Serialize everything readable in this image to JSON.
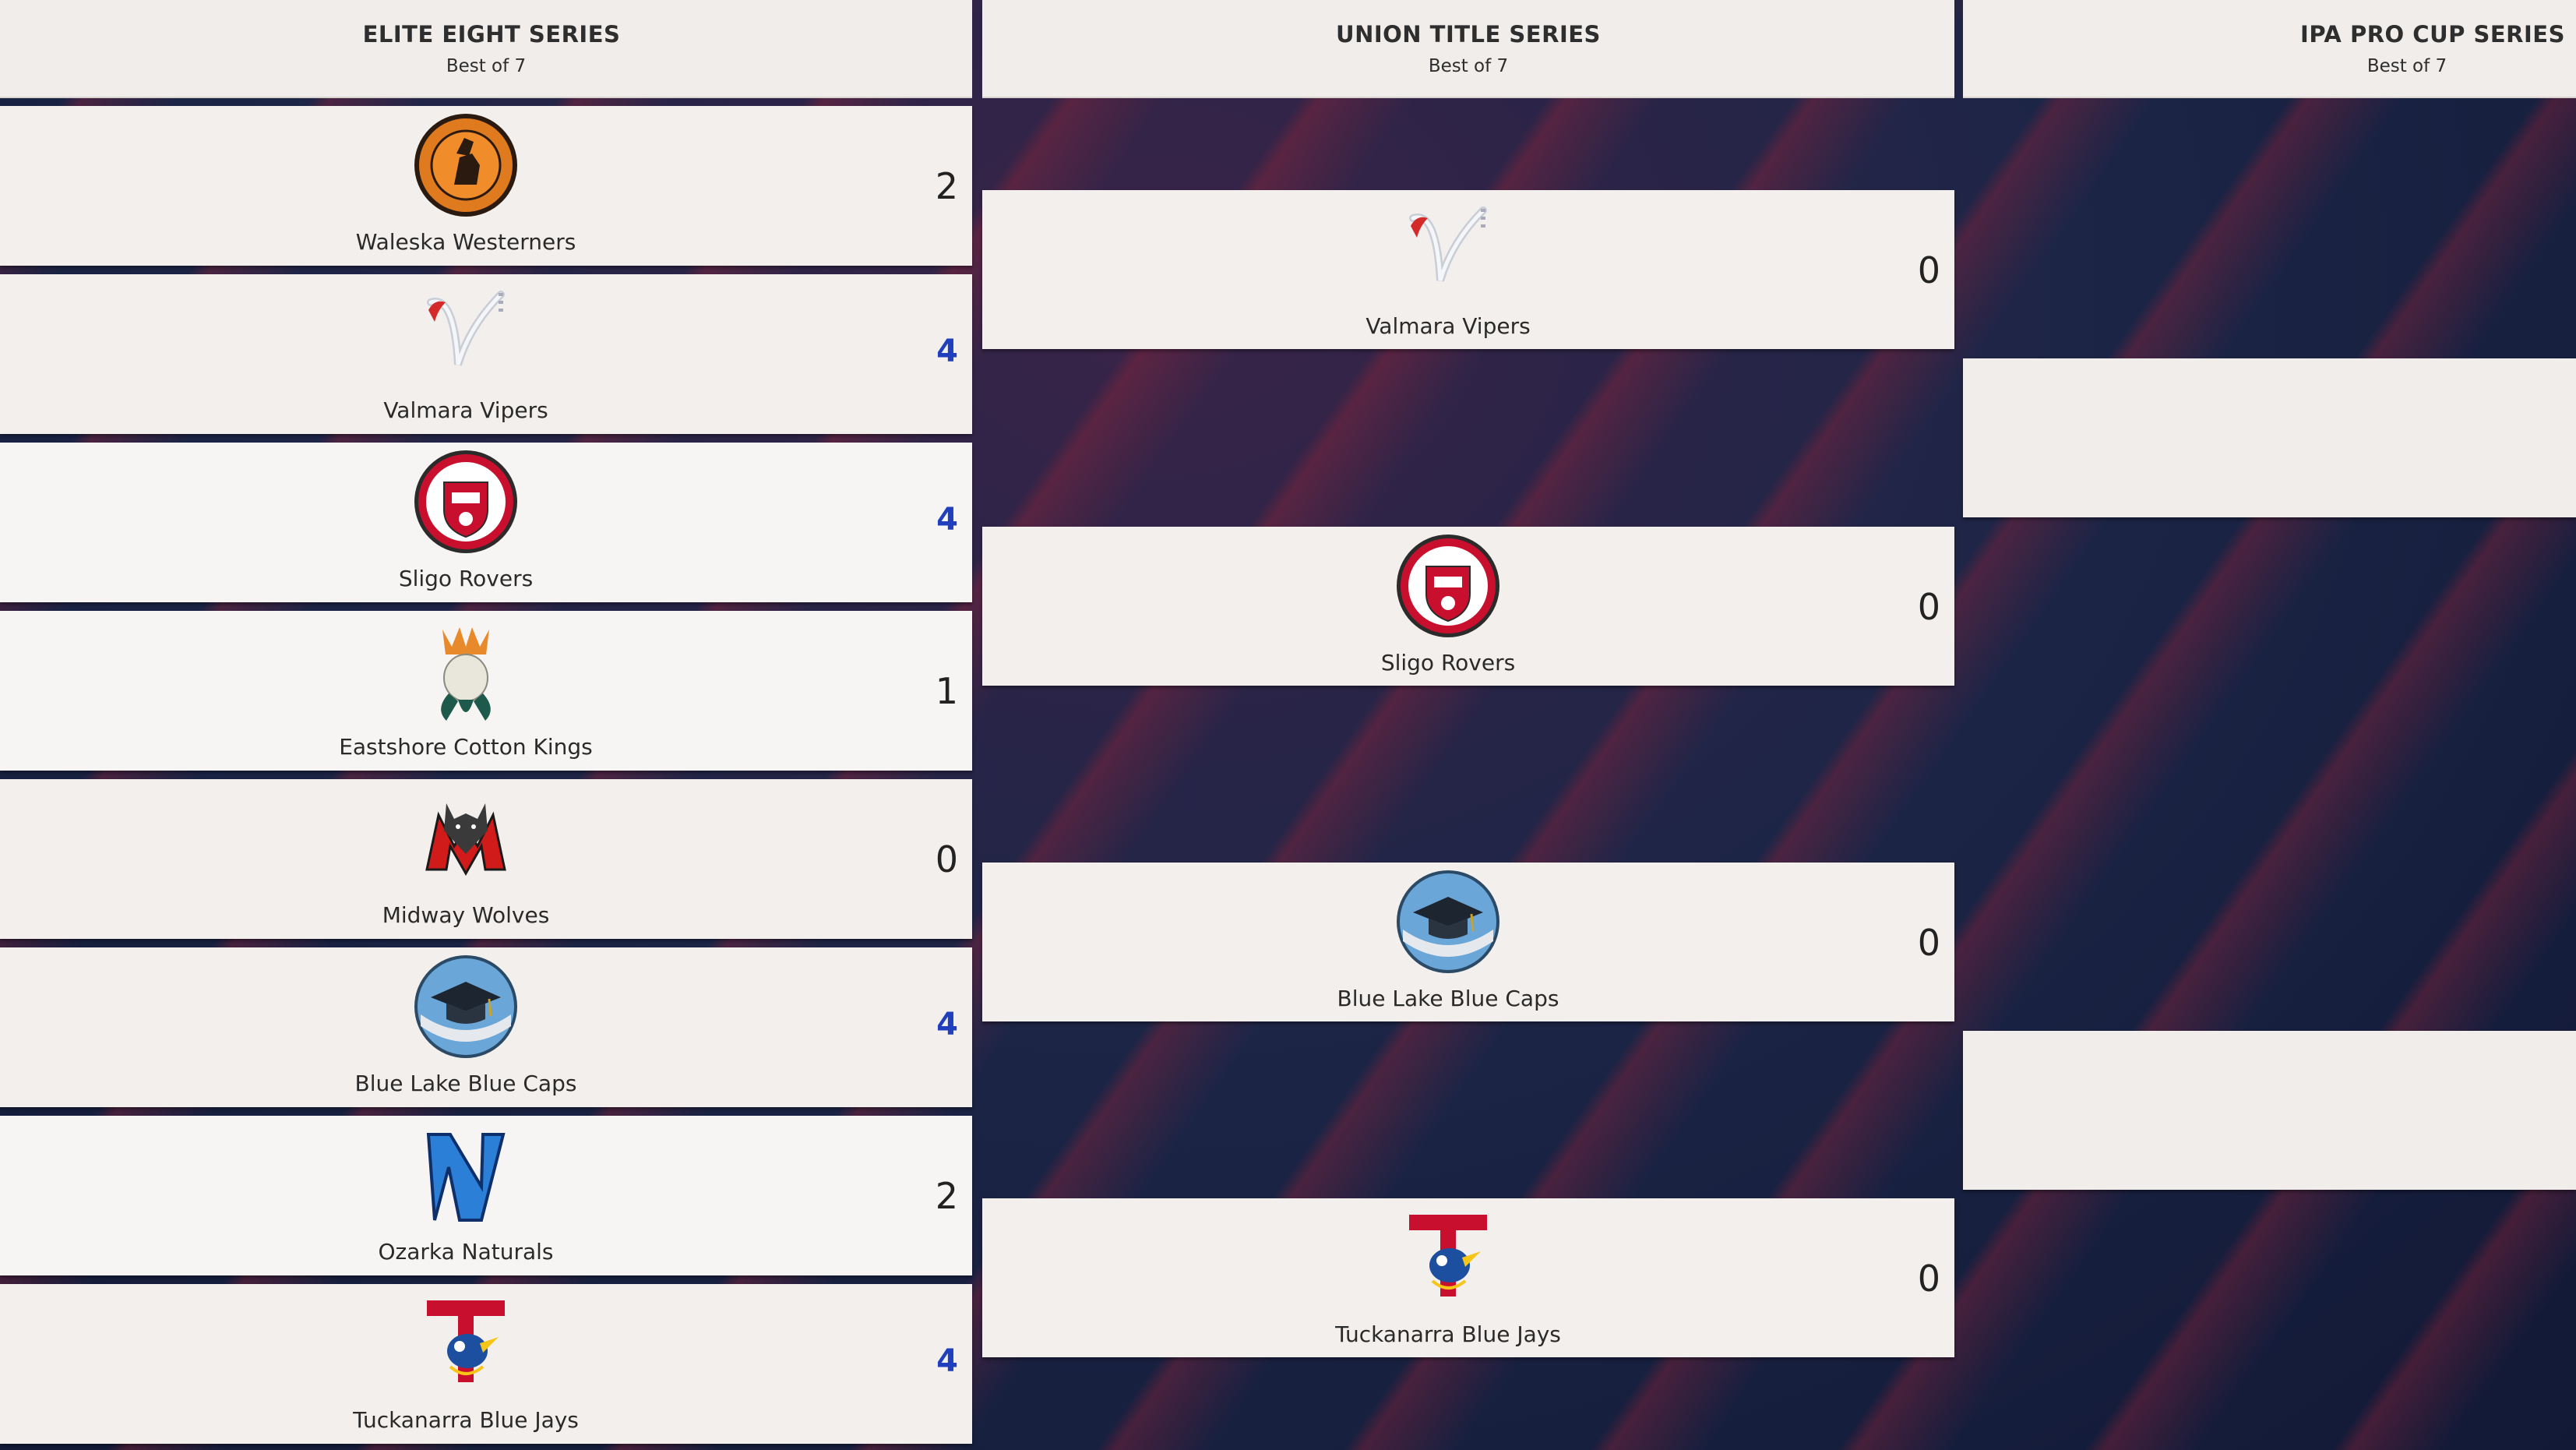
{
  "columns": [
    {
      "title": "ELITE EIGHT SERIES",
      "subtitle": "Best of 7"
    },
    {
      "title": "UNION TITLE SERIES",
      "subtitle": "Best of 7"
    },
    {
      "title": "IPA PRO CUP SERIES",
      "subtitle": "Best of 7"
    }
  ],
  "elite_eight": [
    {
      "team": "Waleska Westerners",
      "score": "2",
      "winner": false,
      "icon": "westerners-logo-icon"
    },
    {
      "team": "Valmara Vipers",
      "score": "4",
      "winner": true,
      "icon": "vipers-logo-icon"
    },
    {
      "team": "Sligo Rovers",
      "score": "4",
      "winner": true,
      "icon": "rovers-logo-icon"
    },
    {
      "team": "Eastshore Cotton Kings",
      "score": "1",
      "winner": false,
      "icon": "cotton-kings-logo-icon"
    },
    {
      "team": "Midway Wolves",
      "score": "0",
      "winner": false,
      "icon": "wolves-logo-icon"
    },
    {
      "team": "Blue Lake Blue Caps",
      "score": "4",
      "winner": true,
      "icon": "blue-caps-logo-icon"
    },
    {
      "team": "Ozarka Naturals",
      "score": "2",
      "winner": false,
      "icon": "naturals-logo-icon"
    },
    {
      "team": "Tuckanarra Blue Jays",
      "score": "4",
      "winner": true,
      "icon": "blue-jays-logo-icon"
    }
  ],
  "union_title": [
    {
      "team": "Valmara Vipers",
      "score": "0",
      "icon": "vipers-logo-icon"
    },
    {
      "team": "Sligo Rovers",
      "score": "0",
      "icon": "rovers-logo-icon"
    },
    {
      "team": "Blue Lake Blue Caps",
      "score": "0",
      "icon": "blue-caps-logo-icon"
    },
    {
      "team": "Tuckanarra Blue Jays",
      "score": "0",
      "icon": "blue-jays-logo-icon"
    }
  ],
  "pro_cup": [
    {
      "team": "",
      "score": ""
    },
    {
      "team": "",
      "score": ""
    }
  ],
  "colors": {
    "winner_score": "#1f3fbf",
    "card_bg": "#f3efec",
    "background": "#141c38"
  }
}
